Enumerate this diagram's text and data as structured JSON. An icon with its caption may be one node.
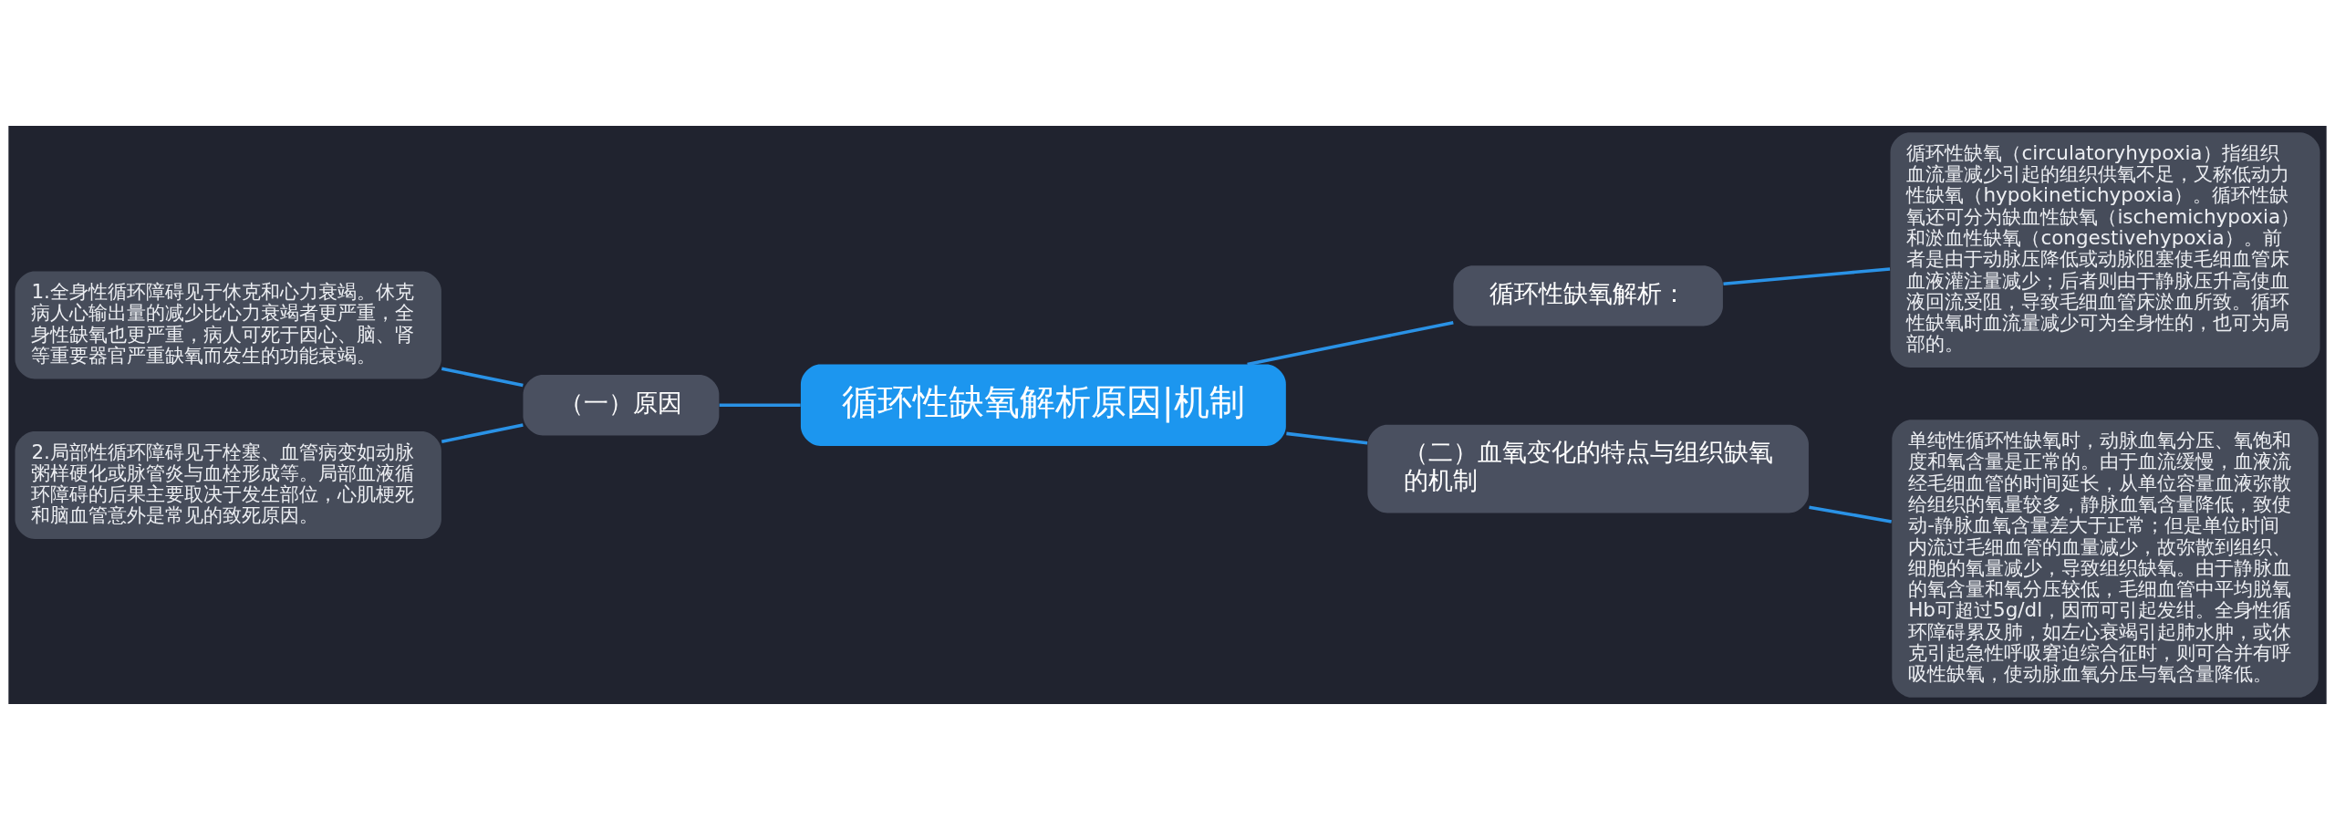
{
  "diagram": {
    "nodes": [
      {
        "text": [
          "循环性缺氧解析原因|机制"
        ]
      },
      {
        "text": [
          "循环性缺氧解析："
        ]
      },
      {
        "text": [
          "循环性缺氧（circulatoryhypoxia）指组织血流量减少引起的组织供氧不足，又称低动力性缺氧（hypokinetichypoxia）。循环性缺氧还可分为缺血性缺氧（ischemichypoxia）和淤血性缺氧（congestivehypoxia）。前者是由于动脉压降低或动脉阻塞使毛细血管床血液灌注量减少；后者则由于静脉压升高使血液回流受阻，导致毛细血管床淤血所致。循环性缺氧时血流量减少可为全身性的，也可为局部的。"
        ]
      },
      {
        "text": [
          "（一）原因"
        ]
      },
      {
        "text": [
          "1.全身性循环障碍见于休克和心力衰竭。休克病人心输出量的减少比心力衰竭者更严重，全身性缺氧也更严重，病人可死于因心、脑、肾等重要器官严重缺氧而发生的功能衰竭。"
        ]
      },
      {
        "text": [
          "2.局部性循环障碍见于栓塞、血管病变如动脉粥样硬化或脉管炎与血栓形成等。局部血液循环障碍的后果主要取决于发生部位，心肌梗死和脑血管意外是常见的致死原因。"
        ]
      },
      {
        "text": [
          "（二）血氧变化的特点与组织缺氧的机制"
        ]
      },
      {
        "text": [
          "单纯性循环性缺氧时，动脉血氧分压、氧饱和度和氧含量是正常的。由于血流缓慢，血液流经毛细血管的时间延长，从单位容量血液弥散给组织的氧量较多，静脉血氧含量降低，致使动-静脉血氧含量差大于正常；但是单位时间内流过毛细血管的血量减少，故弥散到组织、细胞的氧量减少，导致组织缺氧。由于静脉血的氧含量和氧分压较低，毛细血管中平均脱氧Hb可超过5g/dl，因而可引起发绀。全身性循环障碍累及肺，如左心衰竭引起肺水肿，或休克引起急性呼吸窘迫综合征时，则可合并有呼吸性缺氧，使动脉血氧分压与氧含量降低。"
        ]
      }
    ],
    "edges": [
      {
        "from": 0,
        "to": 1,
        "arrow": "none"
      },
      {
        "from": 1,
        "to": 2,
        "arrow": "none"
      },
      {
        "from": 0,
        "to": 3,
        "arrow": "none"
      },
      {
        "from": 3,
        "to": 4,
        "arrow": "none"
      },
      {
        "from": 3,
        "to": 5,
        "arrow": "none"
      },
      {
        "from": 0,
        "to": 6,
        "arrow": "none"
      },
      {
        "from": 6,
        "to": 7,
        "arrow": "none"
      }
    ]
  }
}
